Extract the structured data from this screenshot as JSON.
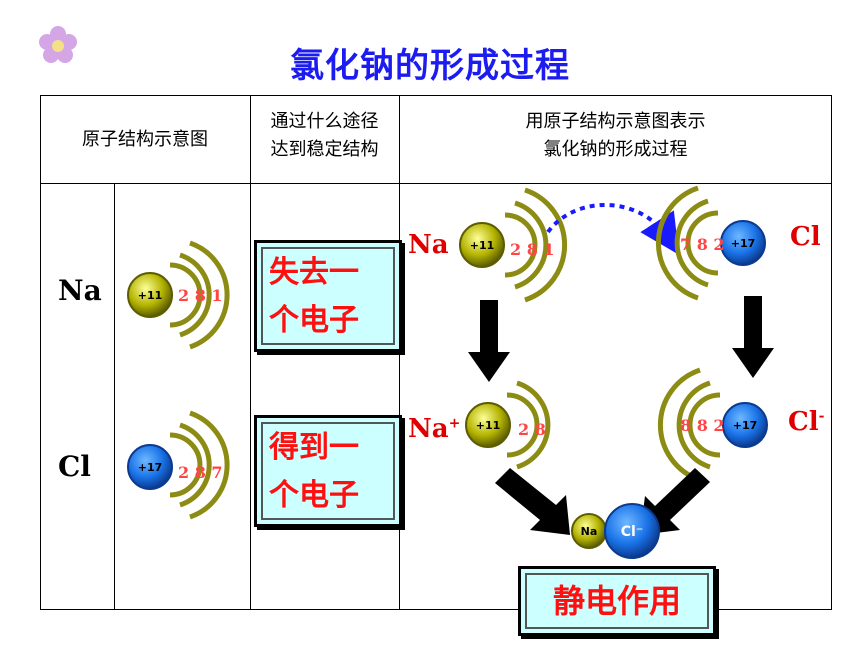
{
  "title": "氯化钠的形成过程",
  "headers": {
    "col1": "原子结构示意图",
    "col2_line1": "通过什么途径",
    "col2_line2": "达到稳定结构",
    "col3_line1": "用原子结构示意图表示",
    "col3_line2": "氯化钠的形成过程"
  },
  "rows": {
    "na_symbol": "Na",
    "cl_symbol": "Cl"
  },
  "atoms": {
    "na_nucleus": "+11",
    "na_electrons": "2 8 1",
    "cl_nucleus": "+17",
    "cl_electrons": "2 8 7",
    "na_ion_electrons": "2 8",
    "cl_ion_electrons": "8 8 2",
    "cl_right_electrons": "7 8 2"
  },
  "boxes": {
    "lose_line1": "失去一",
    "lose_line2": "个电子",
    "gain_line1": "得到一",
    "gain_line2": "个电子",
    "bond": "静电作用"
  },
  "labels": {
    "na": "Na",
    "cl": "Cl",
    "na_ion": "Na",
    "na_ion_sup": "+",
    "cl_ion": "Cl",
    "cl_ion_sup": "-",
    "small_na": "Na",
    "small_cl": "Cl⁻"
  },
  "colors": {
    "title": "#1c1cf0",
    "shell": "#8c8c14",
    "na_nucleus": "#b3b300",
    "cl_nucleus": "#1a73e8",
    "red": "#e00000",
    "box_fill": "#ccffff"
  }
}
